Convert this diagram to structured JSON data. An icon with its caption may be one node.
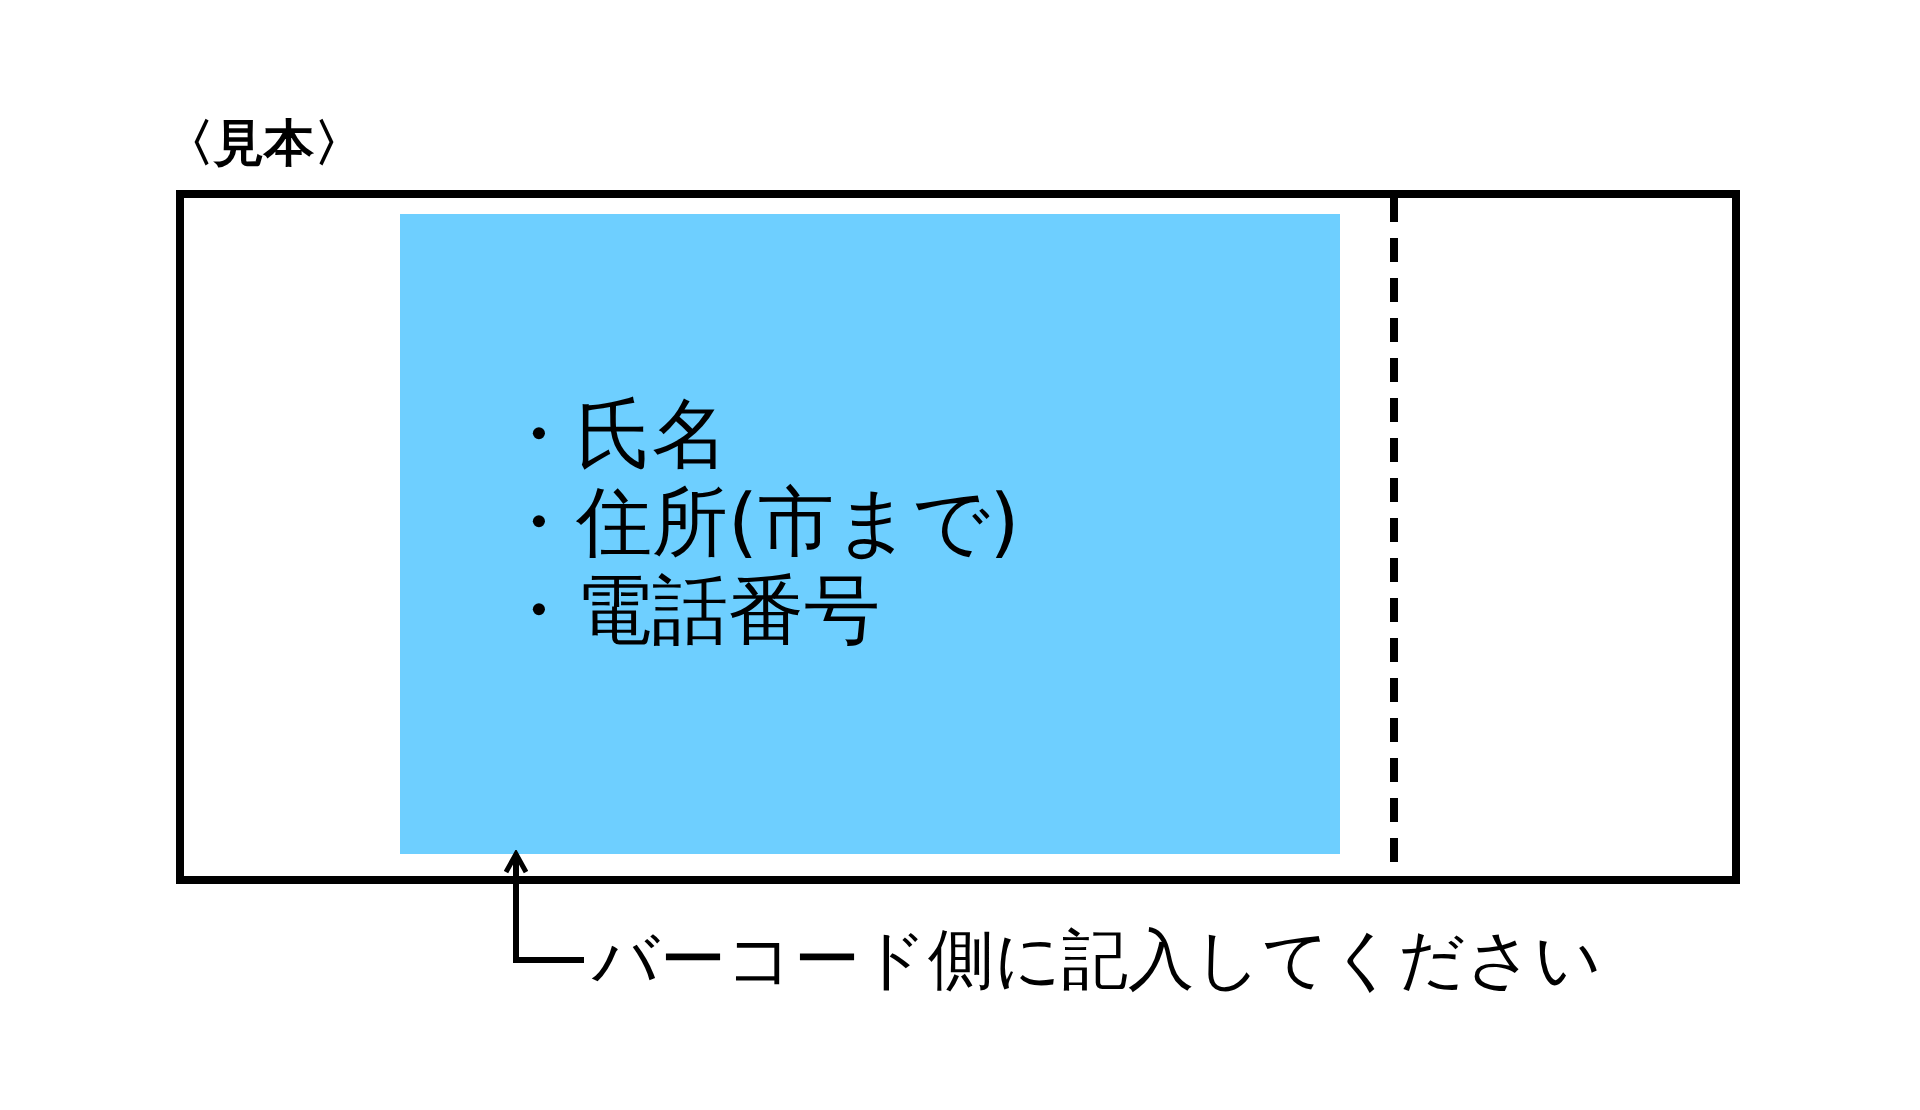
{
  "diagram": {
    "nodes": [
      {
        "text": [
          "〈見本〉"
        ]
      },
      {
        "text": [
          "・氏名",
          "・住所(市まで)",
          "・電話番号"
        ],
        "in": 0
      },
      {
        "text": [
          "バーコード側に記入してください"
        ]
      }
    ],
    "edges": [
      {
        "from": 2,
        "to": 1,
        "arrow": "to"
      }
    ]
  }
}
